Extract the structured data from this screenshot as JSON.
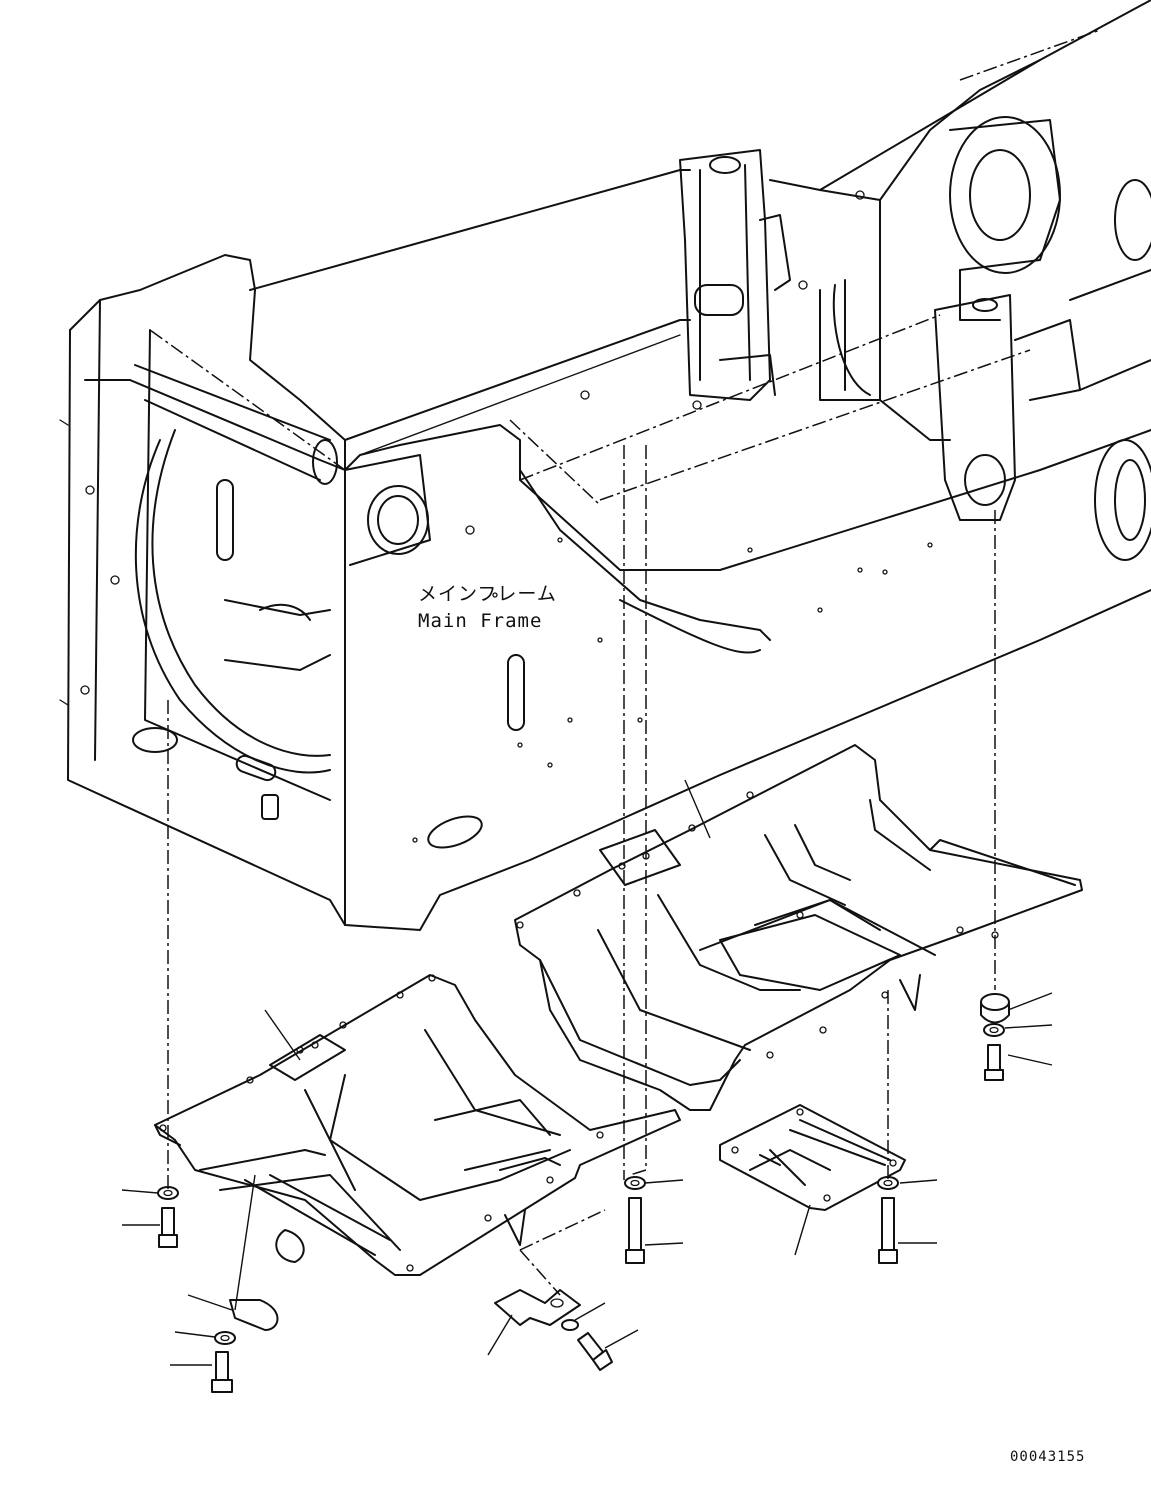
{
  "main_frame_label": {
    "japanese": "メインフレーム",
    "english": "Main Frame"
  },
  "drawing_number": "00043155",
  "colors": {
    "line": "#111111",
    "background": "#ffffff"
  },
  "icons": [
    "bolt-icon",
    "washer-icon",
    "spacer-icon",
    "guard-plate-icon",
    "bracket-icon",
    "cover-plate-icon"
  ]
}
